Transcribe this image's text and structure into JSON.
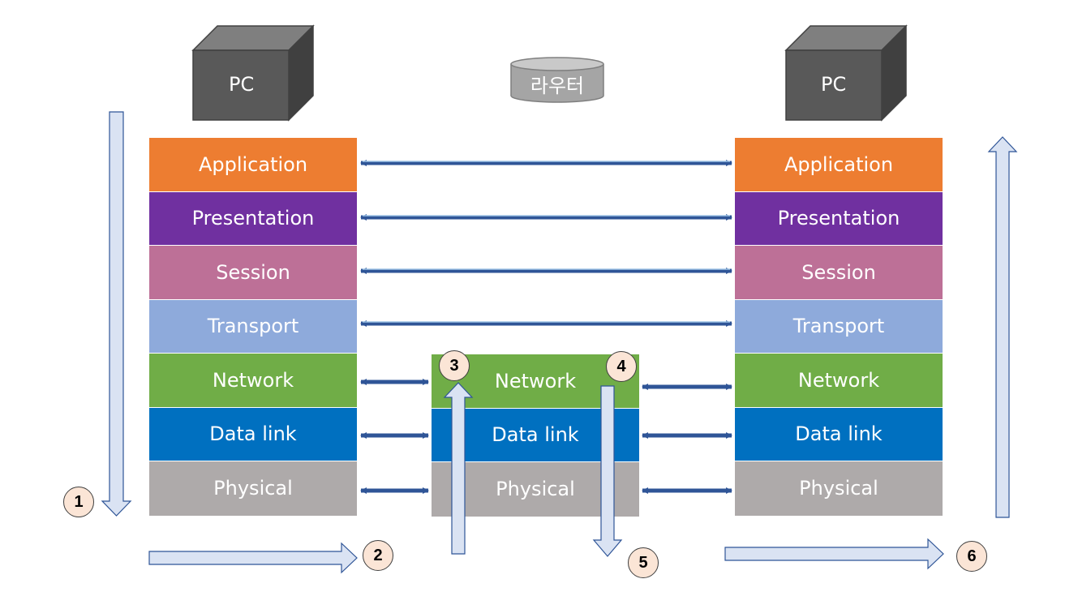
{
  "left_pc": {
    "label": "PC"
  },
  "right_pc": {
    "label": "PC"
  },
  "router": {
    "label": "라우터"
  },
  "left_stack": [
    "Application",
    "Presentation",
    "Session",
    "Transport",
    "Network",
    "Data link",
    "Physical"
  ],
  "router_stack": [
    "Network",
    "Data link",
    "Physical"
  ],
  "right_stack": [
    "Application",
    "Presentation",
    "Session",
    "Transport",
    "Network",
    "Data link",
    "Physical"
  ],
  "colors": {
    "Application": "#ed7d31",
    "Presentation": "#7030a0",
    "Session": "#bd7097",
    "Transport": "#8eaadb",
    "Network": "#70ad47",
    "Data link": "#0070c0",
    "Physical": "#aeaaaa",
    "connector": "#4472c4",
    "flow_arrow_fill": "#dae3f3",
    "badge_fill": "#fbe5d6"
  },
  "steps": [
    "1",
    "2",
    "3",
    "4",
    "5",
    "6"
  ]
}
